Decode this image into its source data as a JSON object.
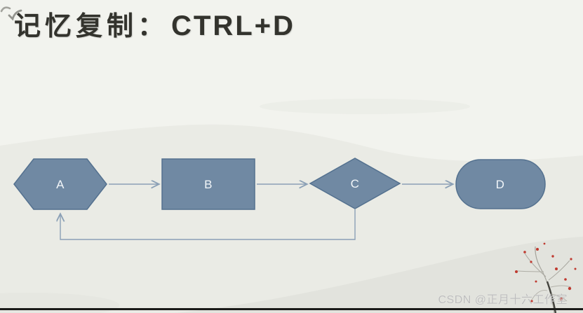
{
  "slide": {
    "title": {
      "keyword": "记忆复制：",
      "shortcut": "CTRL+D"
    }
  },
  "flowchart": {
    "nodes": [
      {
        "id": "A",
        "label": "A",
        "shape": "hexagon"
      },
      {
        "id": "B",
        "label": "B",
        "shape": "rectangle"
      },
      {
        "id": "C",
        "label": "C",
        "shape": "diamond"
      },
      {
        "id": "D",
        "label": "D",
        "shape": "stadium"
      }
    ],
    "connections": [
      {
        "from": "A",
        "to": "B"
      },
      {
        "from": "B",
        "to": "C"
      },
      {
        "from": "C",
        "to": "D"
      },
      {
        "from": "C",
        "to": "A",
        "note": "feedback loop below"
      }
    ]
  },
  "watermark": {
    "text": "CSDN @正月十六工作室"
  },
  "colors": {
    "background": "#f2f3ee",
    "node_fill": "#7089a3",
    "node_border": "#54718f",
    "arrow": "#8ba0b6",
    "title_text": "#33332d",
    "watermark_text": "#bdbdbd",
    "berry_red": "#bf3a30"
  }
}
